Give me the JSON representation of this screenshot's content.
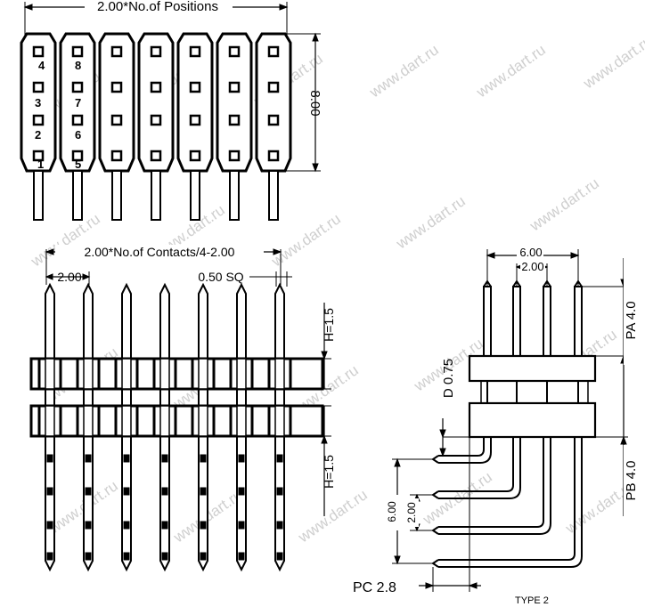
{
  "watermark": "www.dart.ru",
  "top_view": {
    "width_label": "2.00*No.of Positions",
    "height_label": "8.00",
    "pin_numbers": [
      "4",
      "3",
      "2",
      "1",
      "8",
      "7",
      "6",
      "5"
    ]
  },
  "front_view": {
    "overall_label": "2.00*No.of Contacts/4-2.00",
    "pitch_label": "2.00",
    "pin_size_label": "0.50 SQ",
    "h_upper_label": "H=1.5",
    "h_lower_label": "H=1.5"
  },
  "side_view": {
    "top_span_label": "6.00",
    "top_pitch_label": "2.00",
    "pa_label": "PA 4.0",
    "pb_label": "PB 4.0",
    "d_label": "D 0.75",
    "left_span_label": "6.00",
    "left_pitch_label": "2.00",
    "pc_label": "PC 2.8",
    "type_label": "TYPE 2"
  }
}
